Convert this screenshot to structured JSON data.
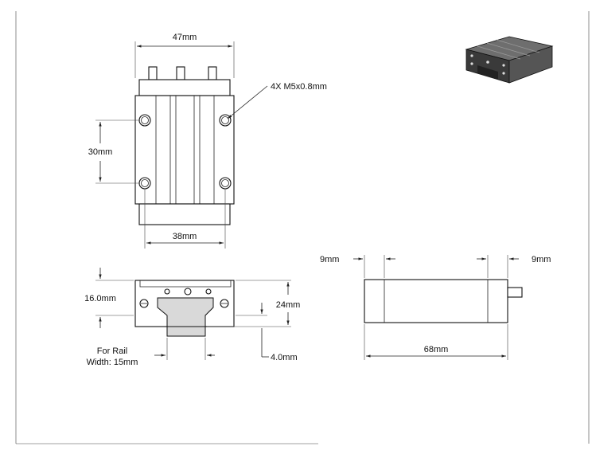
{
  "colors": {
    "line": "#222222",
    "part_fill": "#ffffff",
    "shade": "#d9d9d9",
    "iso_dark": "#2e2e2e"
  },
  "icons": {
    "iso_view": "linear-bearing-block-isometric-icon"
  },
  "top_view": {
    "width_label": "47mm",
    "hole_spacing_label": "30mm",
    "hole_width_label": "38mm",
    "thread_label": "4X M5x0.8mm"
  },
  "front_view": {
    "height_label": "16.0mm",
    "total_height_label": "24mm",
    "rail_note_line1": "For Rail",
    "rail_note_line2": "Width: 15mm",
    "offset_label": "4.0mm"
  },
  "side_view": {
    "left_end_label": "9mm",
    "right_end_label": "9mm",
    "length_label": "68mm"
  }
}
